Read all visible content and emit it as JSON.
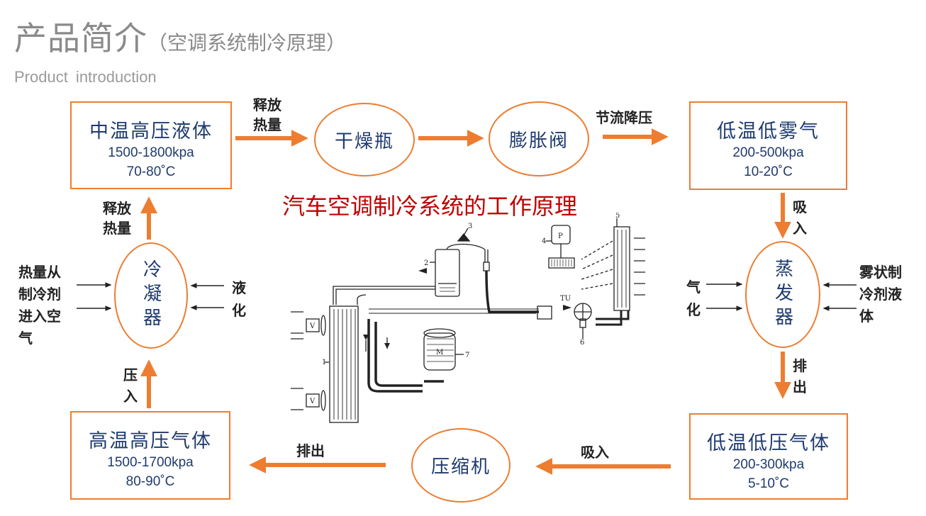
{
  "header": {
    "title": "产品简介",
    "subtitle": "（空调系统制冷原理）",
    "english": "Product  introduction"
  },
  "colors": {
    "accent": "#ed7d31",
    "navy": "#1f3b6e",
    "red_title": "#c00000"
  },
  "diagram": {
    "center_title": "汽车空调制冷系统的工作原理",
    "boxes": {
      "top_left": {
        "name": "中温高压液体",
        "pressure": "1500-1800kpa",
        "temp": "70-80˚C"
      },
      "top_right": {
        "name": "低温低雾气",
        "pressure": "200-500kpa",
        "temp": "10-20˚C"
      },
      "bottom_left": {
        "name": "高温高压气体",
        "pressure": "1500-1700kpa",
        "temp": "80-90˚C"
      },
      "bottom_right": {
        "name": "低温低压气体",
        "pressure": "200-300kpa",
        "temp": "5-10˚C"
      }
    },
    "nodes": {
      "dryer": "干燥瓶",
      "expansion_valve": "膨胀阀",
      "condenser": "冷凝器",
      "evaporator": "蒸发器",
      "compressor": "压缩机"
    },
    "labels": {
      "release_heat_top_1": "释放",
      "release_heat_top_2": "热量",
      "throttle": "节流降压",
      "intake_right_1": "吸",
      "intake_right_2": "入",
      "exhaust_right_1": "排",
      "exhaust_right_2": "出",
      "intake_bottom": "吸入",
      "exhaust_bottom": "排出",
      "press_in_1": "压",
      "press_in_2": "入",
      "release_heat_left_1": "释放",
      "release_heat_left_2": "热量",
      "heat_air_1": "热量从",
      "heat_air_2": "制冷剂",
      "heat_air_3": "进入空",
      "heat_air_4": "气",
      "liquefy_1": "液",
      "liquefy_2": "化",
      "gasify_1": "气",
      "gasify_2": "化",
      "mist_1": "雾状制",
      "mist_2": "冷剂液",
      "mist_3": "体"
    },
    "schematic_numbers": [
      "1",
      "2",
      "3",
      "4",
      "5",
      "6",
      "7"
    ],
    "schematic_text": {
      "p": "P",
      "tu": "TU",
      "v": "V",
      "m": "M"
    }
  }
}
